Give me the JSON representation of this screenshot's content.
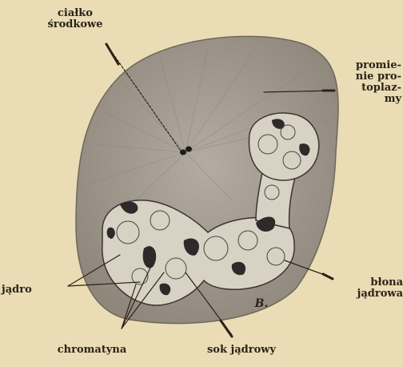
{
  "labels": {
    "centrosome": "ciałko\nśrodkowe",
    "protoplasm_rays": "promie-\nnie pro-\ntoplaz-\nmy",
    "nucleus": "jądro",
    "nuclear_membrane": "błona\njądrowa",
    "chromatin": "chromatyna",
    "nuclear_sap": "sok jądrowy",
    "signature": "B."
  },
  "colors": {
    "paper": "#eadcb4",
    "cell": "#a0988c",
    "nucleus_fill": "#d8d2c4",
    "chromatin": "#2e2a2a",
    "ink": "#2a2318"
  }
}
